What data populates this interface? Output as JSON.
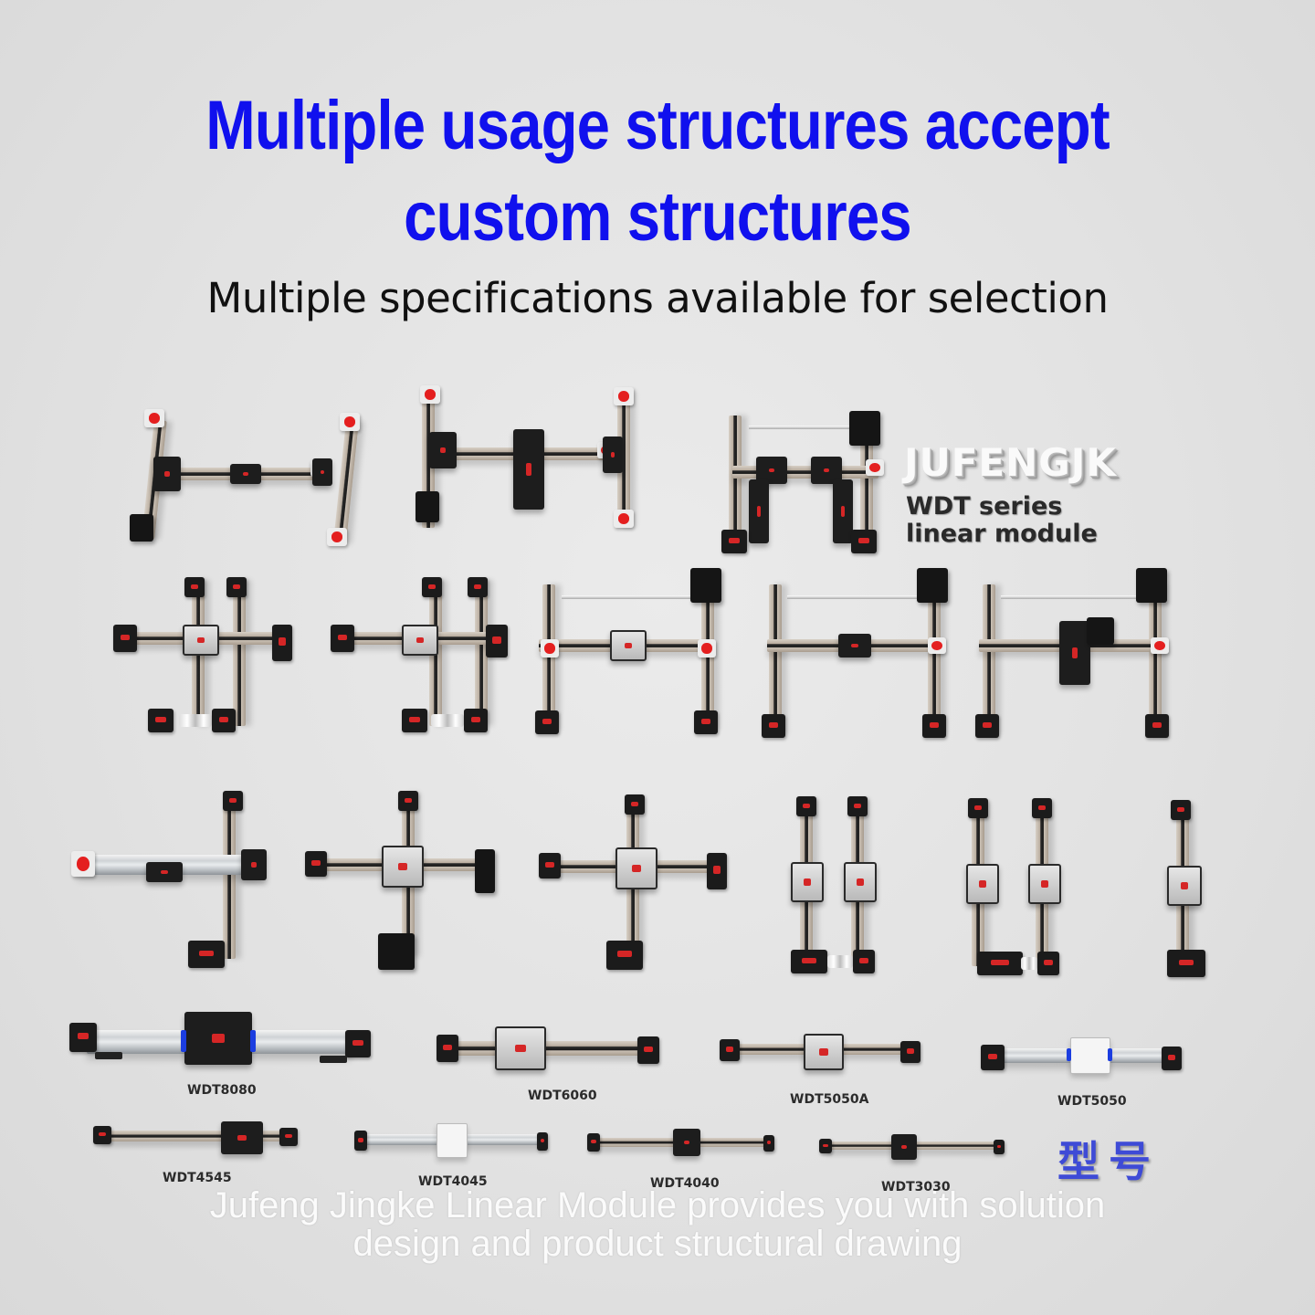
{
  "headline": {
    "line1": "Multiple usage structures accept",
    "line2": "custom structures"
  },
  "subheadline": "Multiple specifications available for selection",
  "brand": {
    "name": "JUFENGJK",
    "series_line1": "WDT series",
    "series_line2": "linear module"
  },
  "structures": [
    {
      "name": "H-gantry dual Y single X"
    },
    {
      "name": "H-gantry with Z axis"
    },
    {
      "name": "gantry with drive shaft and Z axes"
    },
    {
      "name": "dual Y cross X with coupler"
    },
    {
      "name": "dual Y cross X with coupler (variant)"
    },
    {
      "name": "shaft-linked gantry"
    },
    {
      "name": "shaft-linked gantry (variant)"
    },
    {
      "name": "shaft-linked gantry with Z"
    },
    {
      "name": "XY cross with red cap"
    },
    {
      "name": "XYZ cross with motor"
    },
    {
      "name": "XY cross"
    },
    {
      "name": "parallel dual Y with coupler"
    },
    {
      "name": "parallel dual Y with motor"
    },
    {
      "name": "single axis with motor"
    }
  ],
  "models": [
    {
      "label": "WDT8080"
    },
    {
      "label": "WDT6060"
    },
    {
      "label": "WDT5050A"
    },
    {
      "label": "WDT5050"
    },
    {
      "label": "WDT4545"
    },
    {
      "label": "WDT4045"
    },
    {
      "label": "WDT4040"
    },
    {
      "label": "WDT3030"
    }
  ],
  "korean_label": "型号",
  "footer": {
    "line1": "Jufeng Jingke Linear Module provides you with solution",
    "line2": "design and product structural drawing"
  },
  "colors": {
    "headline": "#1010ee",
    "background": "#e0e0e0",
    "accent_red": "#e41f1f",
    "accent_blue": "#1b3de0"
  }
}
